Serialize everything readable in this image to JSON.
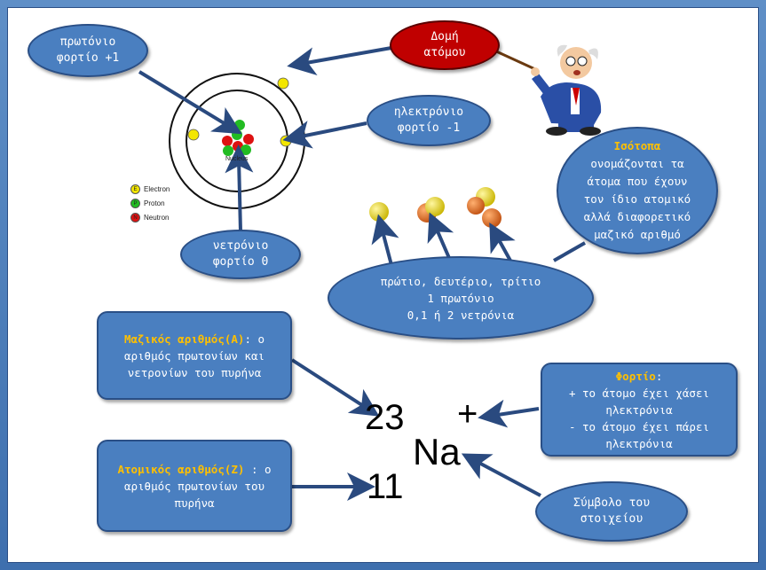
{
  "labels": {
    "structure": [
      "Δομή",
      "ατόμου"
    ],
    "proton": [
      "πρωτόνιο",
      "φορτίο +1"
    ],
    "electron": [
      "ηλεκτρόνιο",
      "φορτίο -1"
    ],
    "neutron": [
      "νετρόνιο",
      "φορτίο 0"
    ],
    "nucleus": "Nucleus",
    "isotopes_title": "Ισότοπα",
    "isotopes_text": [
      "ονομάζονται τα",
      "άτομα που έχουν",
      "τον ίδιο ατομικό",
      "αλλά διαφορετικό",
      "μαζικό αριθμό"
    ],
    "hydrogen": [
      "πρώτιο, δευτέριο, τρίτιο",
      "1 πρωτόνιο",
      "0,1 ή 2 νετρόνια"
    ],
    "mass_number_title": "Μαζικός αριθμός(Α)",
    "mass_number_rest": ": ο",
    "mass_number_text": [
      "αριθμός πρωτονίων και",
      "νετρονίων του πυρήνα"
    ],
    "atomic_number_title": "Ατομικός αριθμός(Ζ)",
    "atomic_number_rest": " : ο",
    "atomic_number_text": [
      "αριθμός πρωτονίων του",
      "πυρήνα"
    ],
    "charge_title": "Φορτίο",
    "charge_colon": ":",
    "charge_text": [
      "+ το άτομο έχει χάσει",
      "ηλεκτρόνια",
      "- το άτομο έχει πάρει",
      "ηλεκτρόνια"
    ],
    "symbol_label": [
      "Σύμβολο του",
      "στοιχείου"
    ]
  },
  "legend": [
    {
      "letter": "E",
      "name": "Electron",
      "color": "#f3e600"
    },
    {
      "letter": "P",
      "name": "Proton",
      "color": "#22bb22"
    },
    {
      "letter": "N",
      "name": "Neutron",
      "color": "#dd1111"
    }
  ],
  "notation": {
    "mass": "23",
    "atomic": "11",
    "symbol": "Na",
    "charge": "+"
  },
  "colors": {
    "bubble": "#4a7fc0",
    "highlight": "#ffc000",
    "title_bubble": "#c00000",
    "arrow": "#2a4a7f"
  }
}
